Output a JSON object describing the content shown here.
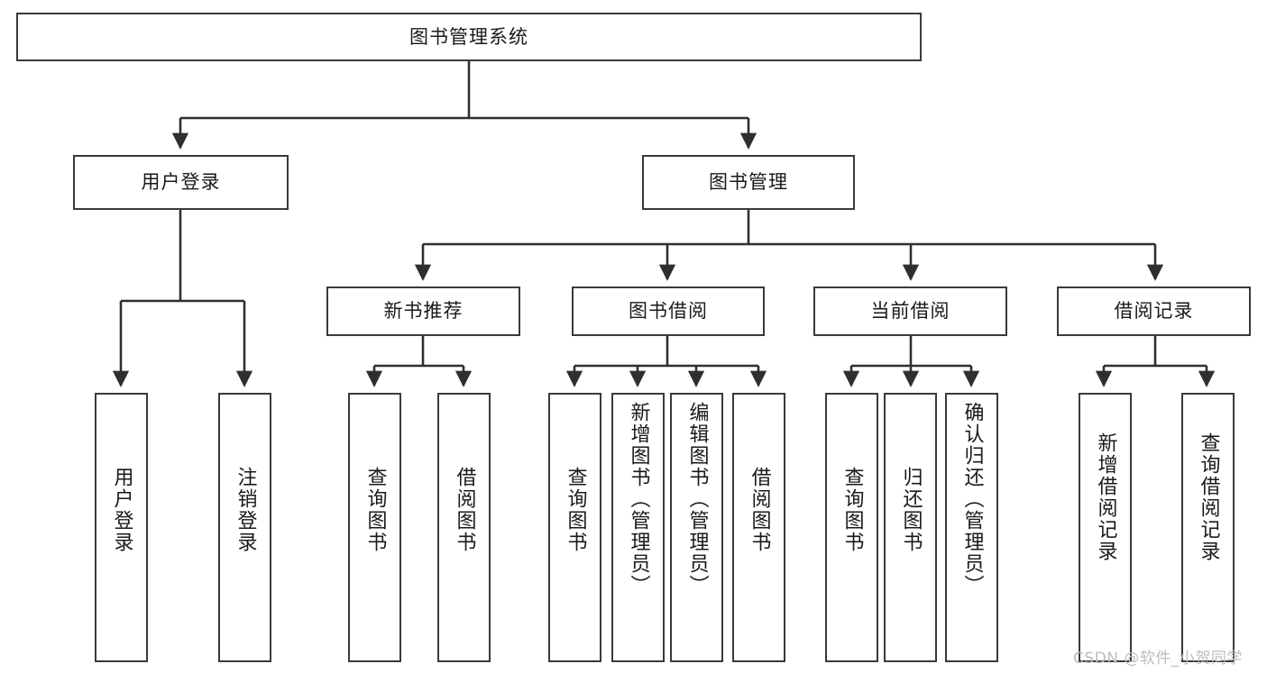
{
  "diagram": {
    "title": "图书管理系统",
    "type": "tree-hierarchy-diagram",
    "watermark": "CSDN @软件_小贺同学",
    "colors": {
      "box_border": "#3a3a3a",
      "box_fill": "#ffffff",
      "connector": "#2f2f2f",
      "text": "#1a1a1a",
      "watermark": "#bdbdbd"
    },
    "root": {
      "label": "图书管理系统"
    },
    "level2": [
      {
        "label": "用户登录"
      },
      {
        "label": "图书管理"
      }
    ],
    "level3": [
      {
        "label": "新书推荐"
      },
      {
        "label": "图书借阅"
      },
      {
        "label": "当前借阅"
      },
      {
        "label": "借阅记录"
      }
    ],
    "leaves": {
      "user_login": [
        {
          "label": "用户登录"
        },
        {
          "label": "注销登录"
        }
      ],
      "new_book_recommend": [
        {
          "label": "查询图书"
        },
        {
          "label": "借阅图书"
        }
      ],
      "book_borrow": [
        {
          "label": "查询图书"
        },
        {
          "label": "新增图书（管理员）"
        },
        {
          "label": "编辑图书（管理员）"
        },
        {
          "label": "借阅图书"
        }
      ],
      "current_borrow": [
        {
          "label": "查询图书"
        },
        {
          "label": "归还图书"
        },
        {
          "label": "确认归还（管理员）"
        }
      ],
      "borrow_record": [
        {
          "label": "新增借阅记录"
        },
        {
          "label": "查询借阅记录"
        }
      ]
    }
  }
}
